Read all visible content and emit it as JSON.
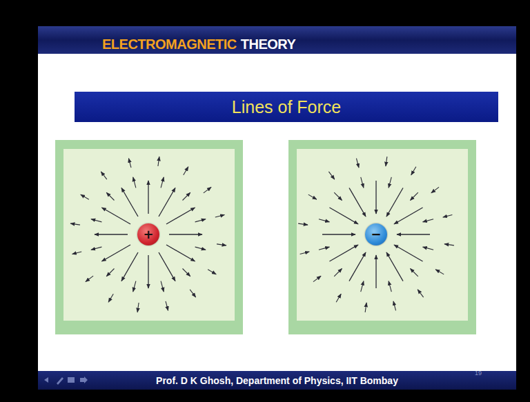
{
  "diagram": {
    "title": "Lines of Force",
    "nodes": [
      {
        "text": [
          "+"
        ]
      },
      {
        "text": [
          "−"
        ]
      }
    ],
    "labels": [
      "ELECTROMAGNETIC",
      "THEORY",
      "Prof. D K Ghosh, Department of Physics, IIT Bombay",
      "19"
    ]
  }
}
